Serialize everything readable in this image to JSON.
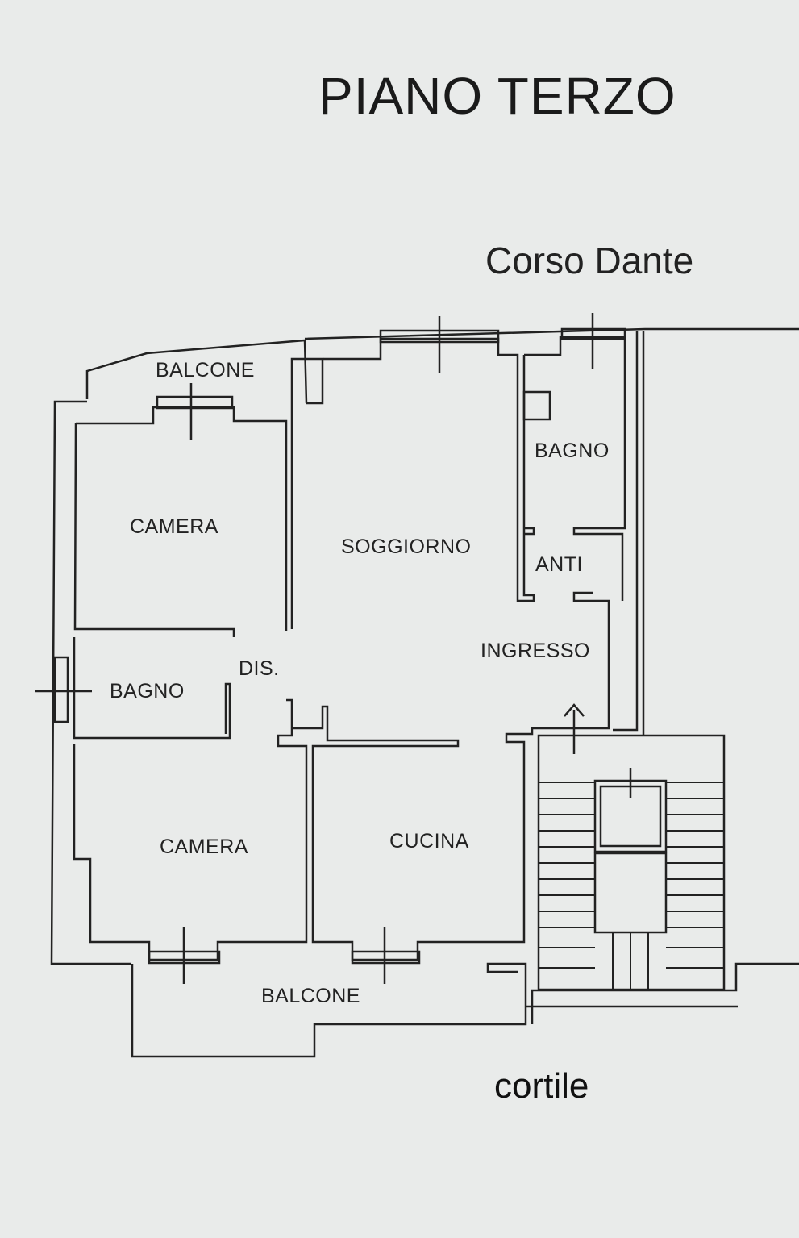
{
  "title": "PIANO TERZO",
  "street_label": "Corso Dante",
  "courtyard_label": "cortile",
  "rooms": {
    "balcone_top": "BALCONE",
    "camera_top": "CAMERA",
    "soggiorno": "SOGGIORNO",
    "bagno_right": "BAGNO",
    "anti": "ANTI",
    "ingresso": "INGRESSO",
    "dis": "DIS.",
    "bagno_left": "BAGNO",
    "camera_bottom": "CAMERA",
    "cucina": "CUCINA",
    "balcone_bottom": "BALCONE"
  },
  "colors": {
    "background": "#e9ebea",
    "ink": "#1a1a1a"
  }
}
